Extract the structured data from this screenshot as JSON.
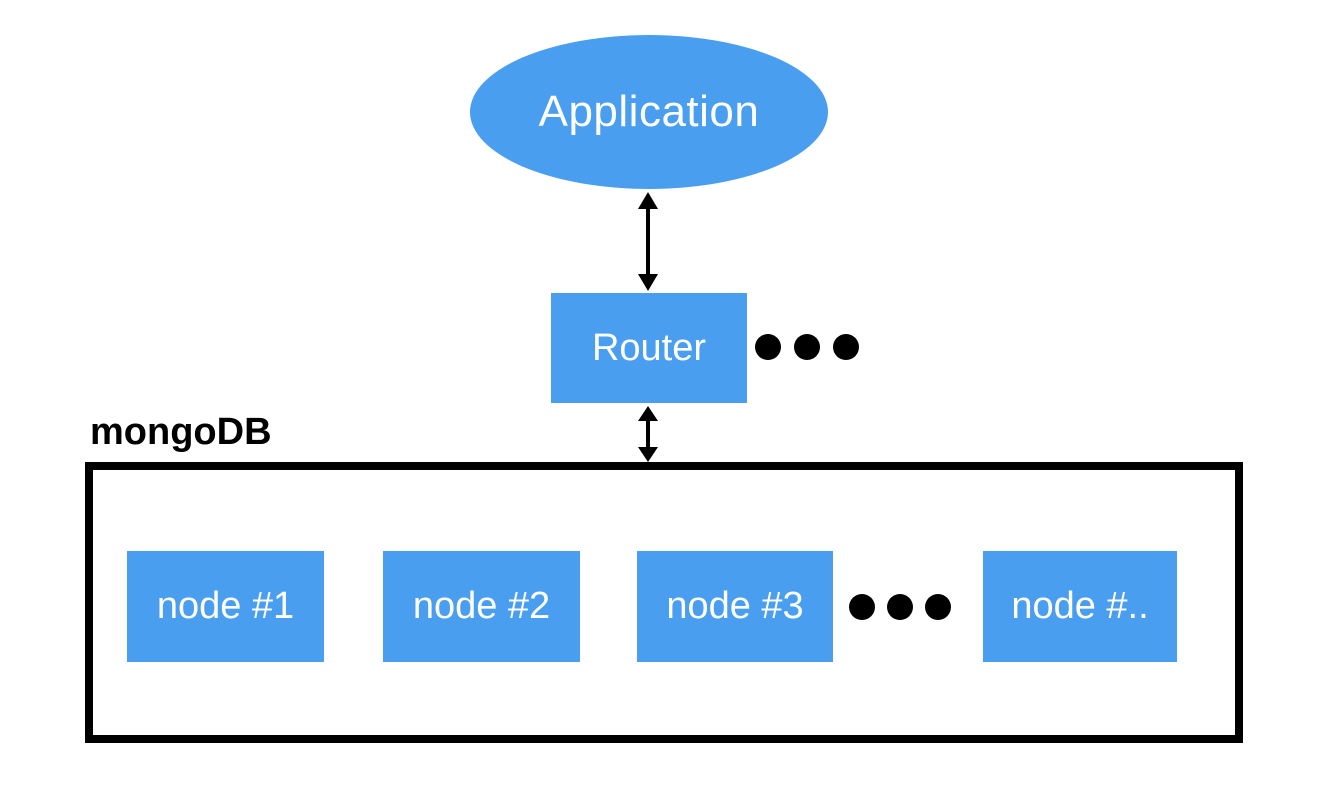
{
  "colors": {
    "shape_blue": "#4a9ef0",
    "text_white": "#ffffff",
    "outline_black": "#000000"
  },
  "diagram": {
    "application": {
      "label": "Application"
    },
    "router": {
      "label": "Router",
      "ellipsis_dots": 3
    },
    "cluster": {
      "label": "mongoDB",
      "ellipsis_dots": 3,
      "nodes": [
        {
          "label": "node #1"
        },
        {
          "label": "node #2"
        },
        {
          "label": "node #3"
        },
        {
          "label": "node #.."
        }
      ]
    }
  }
}
